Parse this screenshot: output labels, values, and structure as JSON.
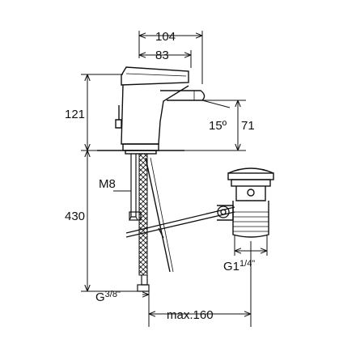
{
  "dimensions": {
    "total_width": "104",
    "spout_reach": "83",
    "body_height": "121",
    "spout_angle": "15º",
    "spout_height": "71",
    "stud_thread": "M8",
    "hose_length": "430",
    "hose_connection": "G",
    "hose_connection_fraction": "3/8\"",
    "waste_connection": "G1",
    "waste_connection_fraction": "1/4\"",
    "pop_up_reach": "max.160"
  },
  "colors": {
    "line": "#111111",
    "background": "#ffffff"
  }
}
